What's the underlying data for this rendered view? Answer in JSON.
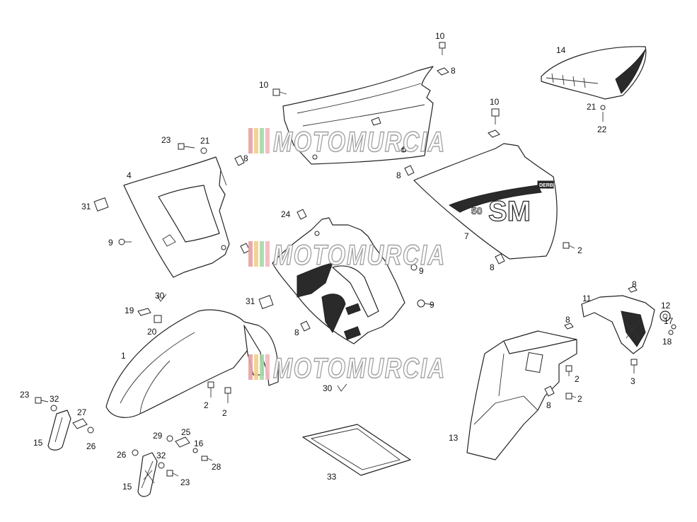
{
  "watermark": {
    "text": "MOTOMURCIA",
    "stripes": [
      "#e8a0a6",
      "#f0d08a",
      "#a8d8a8",
      "#f2b7c0"
    ]
  },
  "decals": {
    "model_big": "SM",
    "model_num": "50",
    "brand": "DERBI"
  },
  "callouts": [
    {
      "id": "c10a",
      "text": "10"
    },
    {
      "id": "c8a",
      "text": "8"
    },
    {
      "id": "c14",
      "text": "14"
    },
    {
      "id": "c10b",
      "text": "10"
    },
    {
      "id": "c21a",
      "text": "21"
    },
    {
      "id": "c22",
      "text": "22"
    },
    {
      "id": "c10c",
      "text": "10"
    },
    {
      "id": "c23a",
      "text": "23"
    },
    {
      "id": "c21b",
      "text": "21"
    },
    {
      "id": "c8b",
      "text": "8"
    },
    {
      "id": "c6",
      "text": "6"
    },
    {
      "id": "c8c",
      "text": "8"
    },
    {
      "id": "c4",
      "text": "4"
    },
    {
      "id": "c31a",
      "text": "31"
    },
    {
      "id": "c24",
      "text": "24"
    },
    {
      "id": "c9a",
      "text": "9"
    },
    {
      "id": "c7",
      "text": "7"
    },
    {
      "id": "c2a",
      "text": "2"
    },
    {
      "id": "c8d",
      "text": "8"
    },
    {
      "id": "c9b",
      "text": "9"
    },
    {
      "id": "c30a",
      "text": "30"
    },
    {
      "id": "c31b",
      "text": "31"
    },
    {
      "id": "c8e",
      "text": "8"
    },
    {
      "id": "c11",
      "text": "11"
    },
    {
      "id": "c12",
      "text": "12"
    },
    {
      "id": "c19",
      "text": "19"
    },
    {
      "id": "c20",
      "text": "20"
    },
    {
      "id": "c8f",
      "text": "8"
    },
    {
      "id": "c17",
      "text": "17"
    },
    {
      "id": "c18",
      "text": "18"
    },
    {
      "id": "c8g",
      "text": "8"
    },
    {
      "id": "c9c",
      "text": "9"
    },
    {
      "id": "c1",
      "text": "1"
    },
    {
      "id": "c3",
      "text": "3"
    },
    {
      "id": "c2b",
      "text": "2"
    },
    {
      "id": "c30b",
      "text": "30"
    },
    {
      "id": "c2c",
      "text": "2"
    },
    {
      "id": "c2d",
      "text": "2"
    },
    {
      "id": "c2e",
      "text": "2"
    },
    {
      "id": "c8h",
      "text": "8"
    },
    {
      "id": "c23b",
      "text": "23"
    },
    {
      "id": "c32a",
      "text": "32"
    },
    {
      "id": "c27",
      "text": "27"
    },
    {
      "id": "c15a",
      "text": "15"
    },
    {
      "id": "c26a",
      "text": "26"
    },
    {
      "id": "c29",
      "text": "29"
    },
    {
      "id": "c25",
      "text": "25"
    },
    {
      "id": "c16",
      "text": "16"
    },
    {
      "id": "c13",
      "text": "13"
    },
    {
      "id": "c26b",
      "text": "26"
    },
    {
      "id": "c32b",
      "text": "32"
    },
    {
      "id": "c28",
      "text": "28"
    },
    {
      "id": "c15b",
      "text": "15"
    },
    {
      "id": "c23c",
      "text": "23"
    },
    {
      "id": "c33",
      "text": "33"
    }
  ]
}
